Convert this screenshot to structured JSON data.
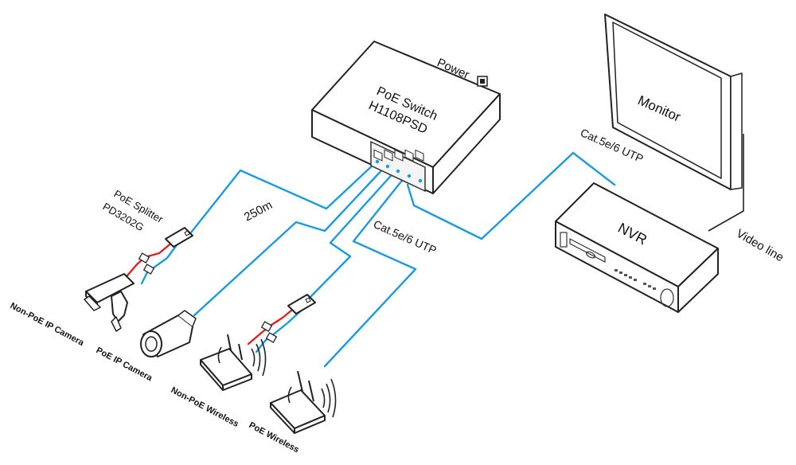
{
  "colors": {
    "cable_blue": "#1a9be0",
    "cable_red": "#e02020",
    "outline": "#222222"
  },
  "labels": {
    "switch_line1": "PoE Switch",
    "switch_line2": "H1108PSD",
    "power": "Power",
    "monitor": "Monitor",
    "nvr": "NVR",
    "video_line": "Video line",
    "cat_top": "Cat.5e/6 UTP",
    "cat_mid": "Cat.5e/6 UTP",
    "distance": "250m",
    "splitter_line1": "PoE Splitter",
    "splitter_line2": "PD3202G",
    "non_poe_camera": "Non-PoE IP Camera",
    "poe_camera": "PoE IP Camera",
    "non_poe_wireless": "Non-PoE Wireless",
    "poe_wireless": "PoE Wireless"
  }
}
